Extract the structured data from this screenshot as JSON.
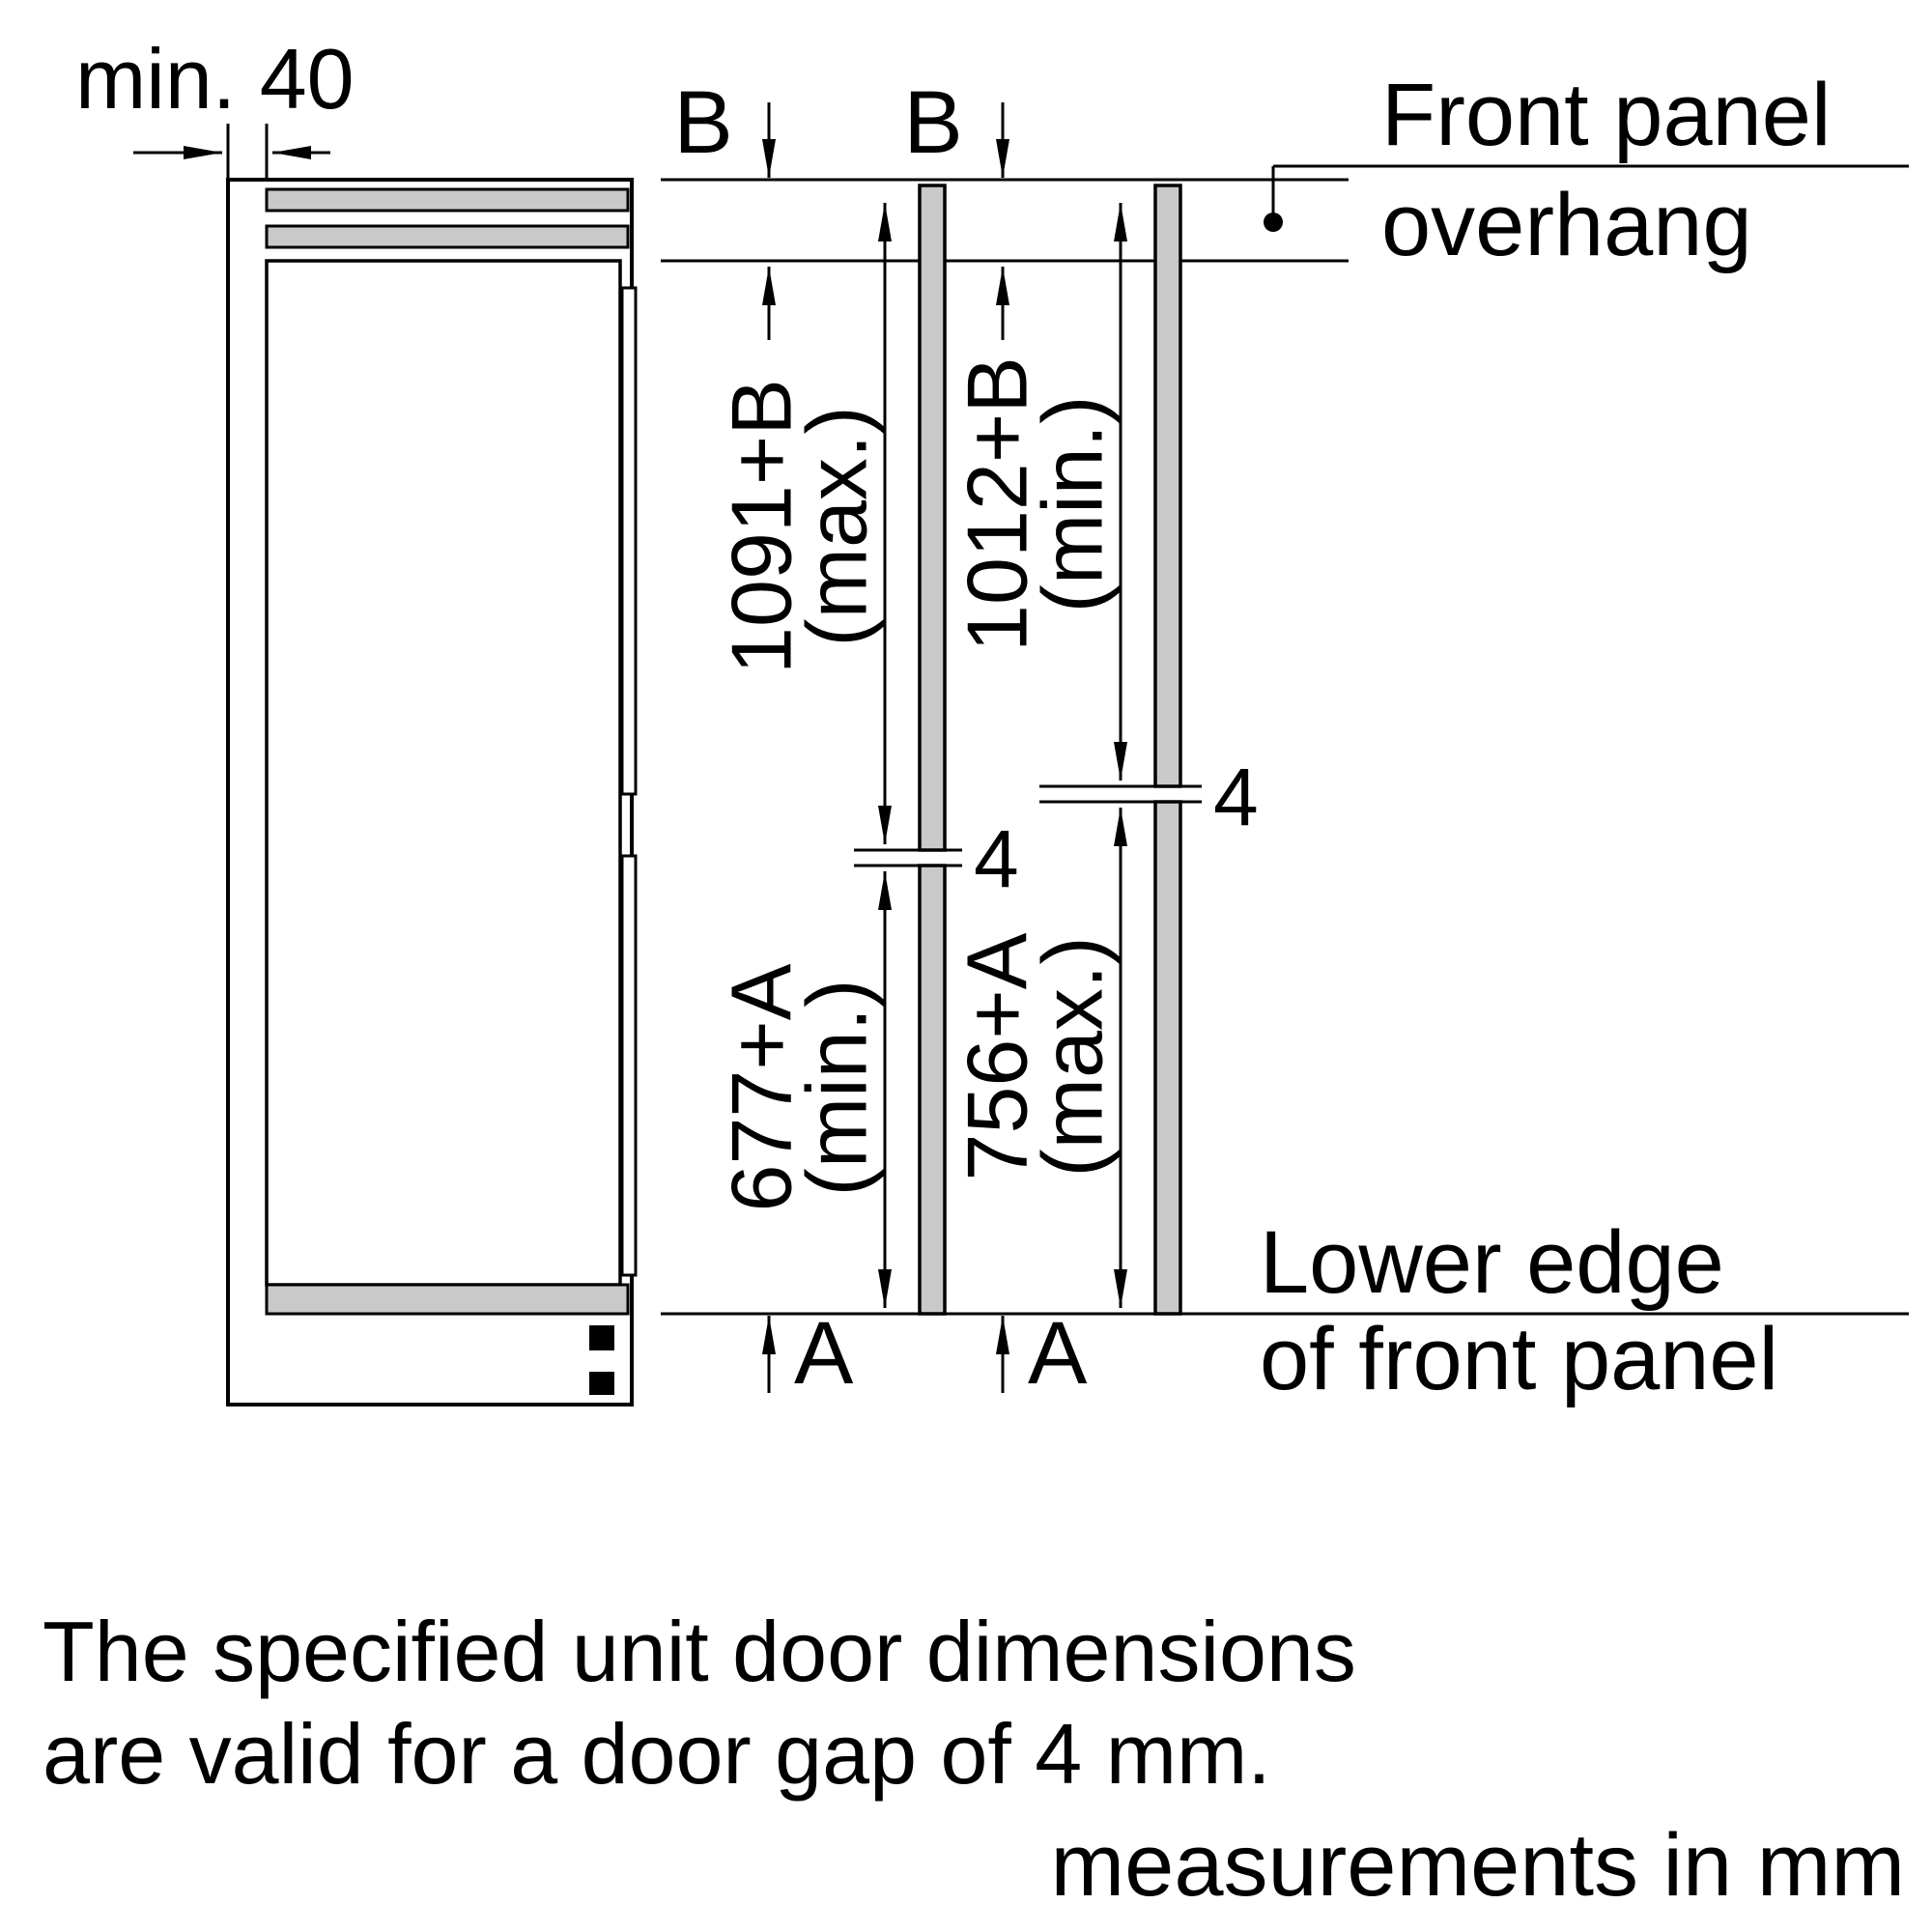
{
  "title": "Unit door dimensions diagram",
  "colors": {
    "line": "#000000",
    "panel_fill": "#c9c9c9",
    "background": "#ffffff"
  },
  "labels": {
    "min_gap": "min. 40",
    "b_left": "B",
    "b_right": "B",
    "a_left": "A",
    "a_right": "A",
    "gap_left": "4",
    "gap_right": "4"
  },
  "dimensions": {
    "upper_left": {
      "value": "1091+B",
      "qualifier": "(max.)"
    },
    "upper_right": {
      "value": "1012+B",
      "qualifier": "(min.)"
    },
    "lower_left": {
      "value": "677+A",
      "qualifier": "(min.)"
    },
    "lower_right": {
      "value": "756+A",
      "qualifier": "(max.)"
    }
  },
  "annotations": {
    "front_panel_line1": "Front panel",
    "front_panel_line2": "overhang",
    "lower_edge_line1": "Lower edge",
    "lower_edge_line2": "of front panel"
  },
  "footnote": {
    "line1": "The specified unit door dimensions",
    "line2": "are valid for a door gap of 4 mm."
  },
  "units_note": "measurements in mm"
}
